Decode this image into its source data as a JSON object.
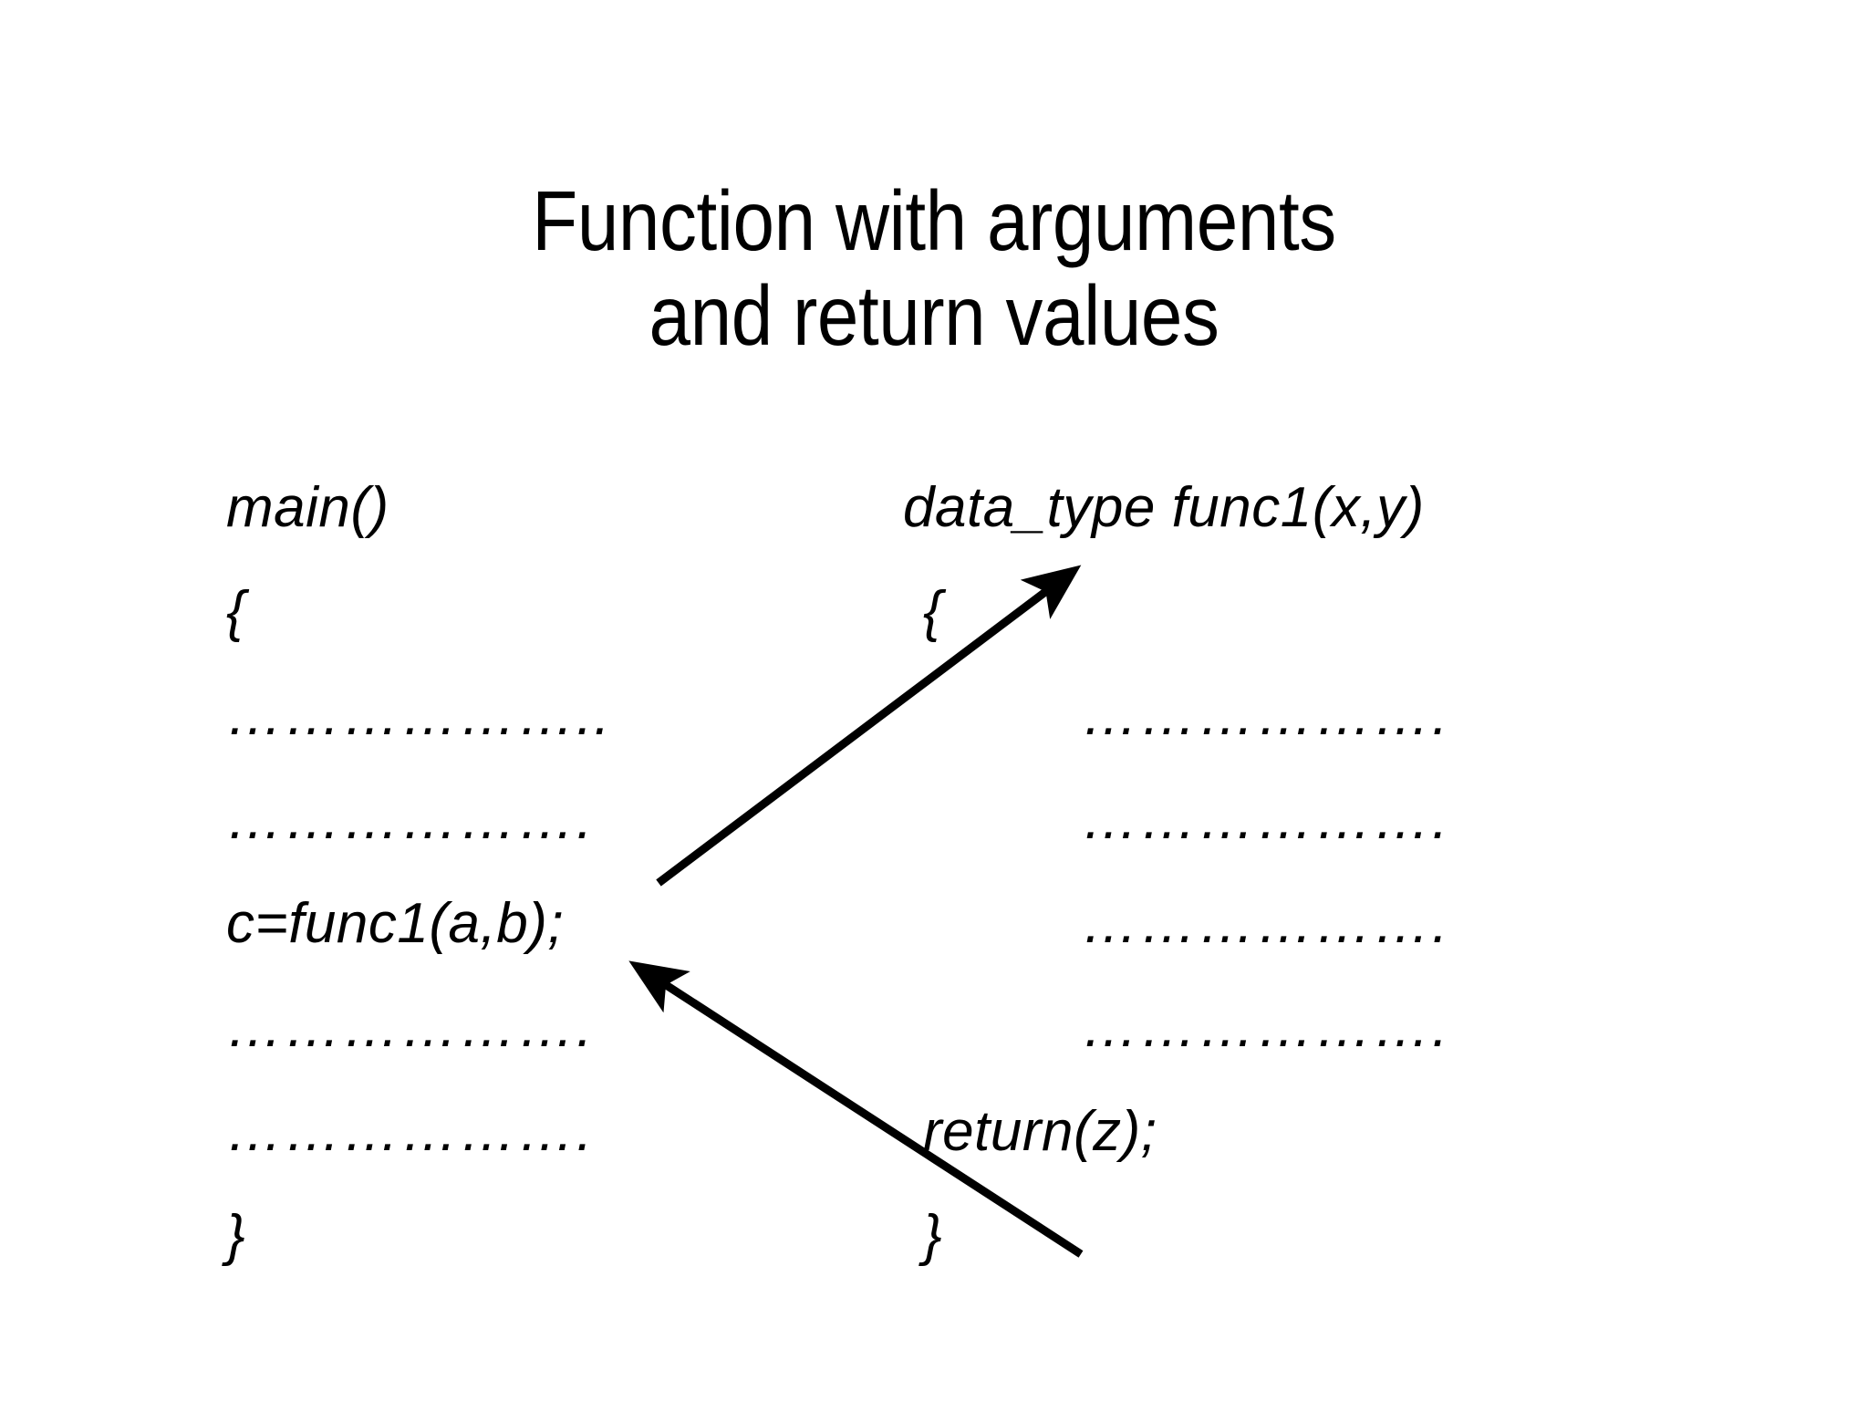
{
  "slide": {
    "title_lines": [
      "Function with arguments",
      "and return values"
    ],
    "background_color": "#ffffff",
    "text_color": "#000000"
  },
  "caller": {
    "name": "main-block",
    "lines": [
      "main()",
      "{",
      "………………..",
      "……………….",
      "c=func1(a,b);",
      "……………….",
      "……………….",
      "}"
    ]
  },
  "callee": {
    "name": "func1-block",
    "lines": [
      "data_type func1(x,y)",
      "{",
      "……………….",
      "……………….",
      "……………….",
      "……………….",
      "return(z);",
      "}"
    ]
  },
  "arrows": [
    {
      "name": "call-arrow",
      "label": "",
      "from": "c=func1(a,b);",
      "to": "func1 opening brace",
      "color": "#000000"
    },
    {
      "name": "return-arrow",
      "label": "",
      "from": "func1 closing brace",
      "to": "c=func1(a,b);",
      "color": "#000000"
    }
  ]
}
